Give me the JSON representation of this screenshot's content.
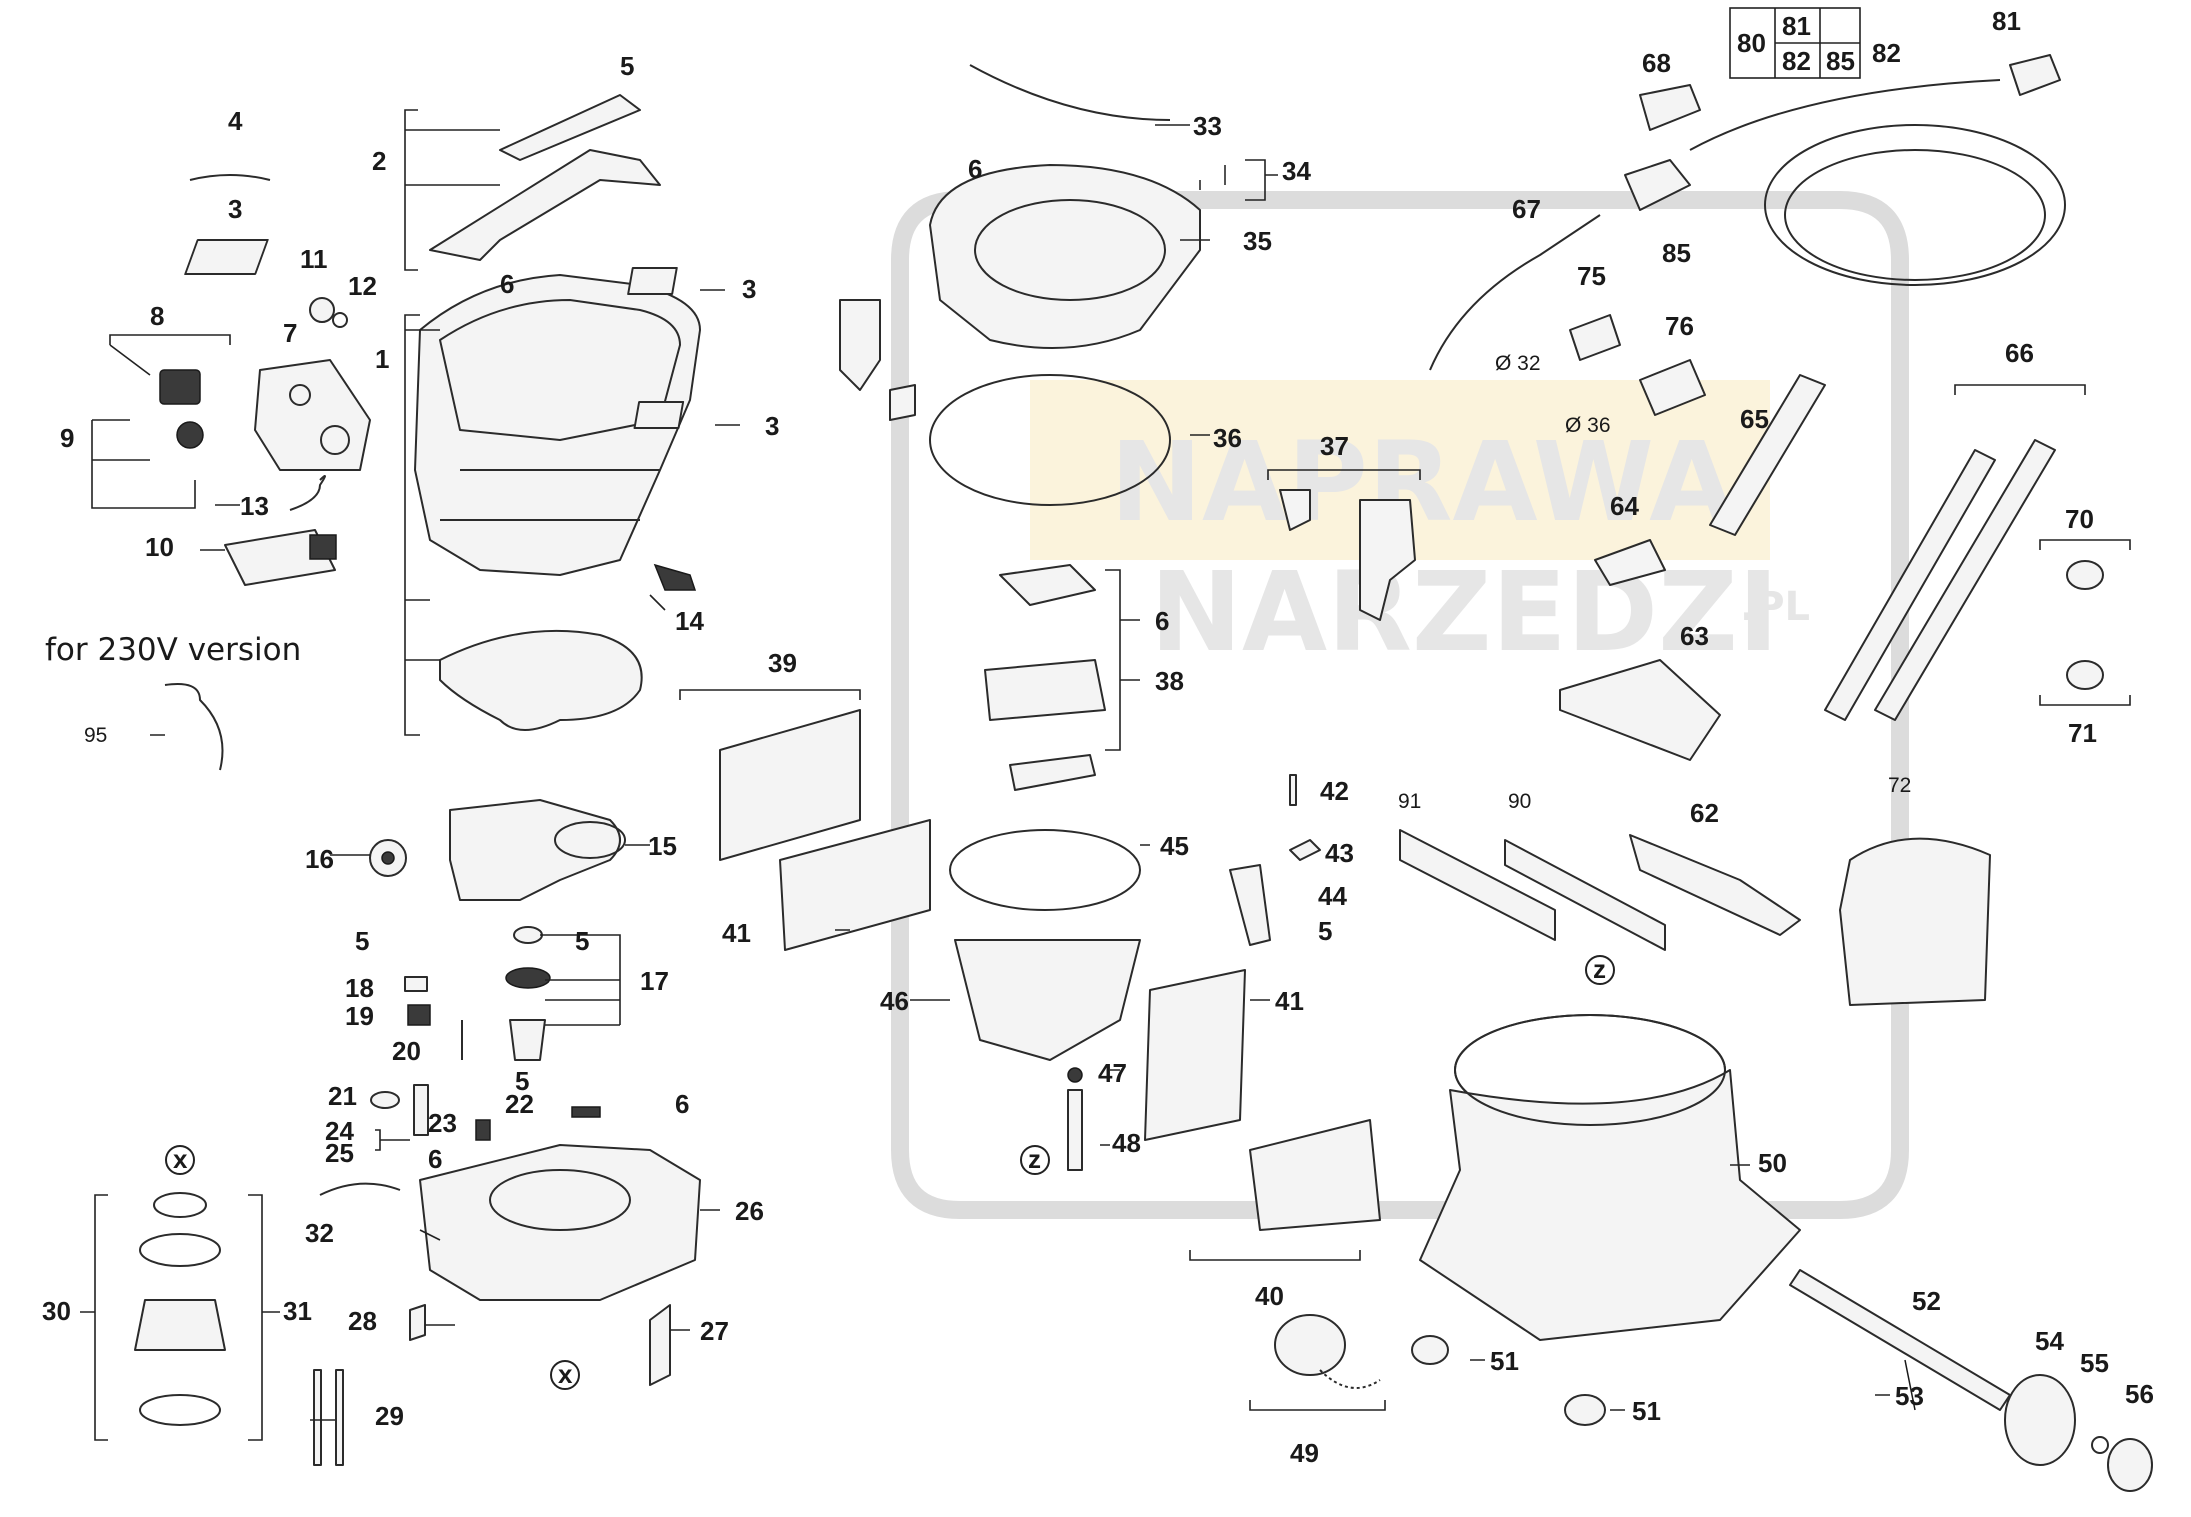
{
  "watermark": {
    "line1": "NAPRAWA",
    "line2": "NARZEDZI",
    "suffix": ".PL"
  },
  "note": "for 230V version",
  "labels": {
    "p1": "1",
    "p2": "2",
    "p3a": "3",
    "p3b": "3",
    "p3c": "3",
    "p4": "4",
    "p5a": "5",
    "p5b": "5",
    "p5c": "5",
    "p5d": "5",
    "p5e": "5",
    "p6a": "6",
    "p6b": "6",
    "p6c": "6",
    "p6d": "6",
    "p6e": "6",
    "p7": "7",
    "p8": "8",
    "p9": "9",
    "p10": "10",
    "p11": "11",
    "p12": "12",
    "p13": "13",
    "p14": "14",
    "p15": "15",
    "p16": "16",
    "p17": "17",
    "p18": "18",
    "p19": "19",
    "p20": "20",
    "p21": "21",
    "p22": "22",
    "p23": "23",
    "p24": "24",
    "p25": "25",
    "p26": "26",
    "p27": "27",
    "p28": "28",
    "p29": "29",
    "p30": "30",
    "p31": "31",
    "p32": "32",
    "p33": "33",
    "p34": "34",
    "p35": "35",
    "p36": "36",
    "p37": "37",
    "p38": "38",
    "p39": "39",
    "p40": "40",
    "p41a": "41",
    "p41b": "41",
    "p42": "42",
    "p43": "43",
    "p44": "44",
    "p45": "45",
    "p46": "46",
    "p47": "47",
    "p48": "48",
    "p49": "49",
    "p50": "50",
    "p51a": "51",
    "p51b": "51",
    "p52": "52",
    "p53": "53",
    "p54": "54",
    "p55": "55",
    "p56": "56",
    "p62": "62",
    "p63": "63",
    "p64": "64",
    "p65": "65",
    "p66": "66",
    "p67": "67",
    "p68": "68",
    "p70": "70",
    "p71": "71",
    "p72": "72",
    "p75": "75",
    "p76": "76",
    "p80": "80",
    "p81a": "81",
    "p81b": "81",
    "p82a": "82",
    "p82b": "82",
    "p85a": "85",
    "p85b": "85",
    "p90": "90",
    "p91": "91",
    "p95": "95",
    "d32": "Ø 32",
    "d36": "Ø 36",
    "zTop": "z",
    "zBottom": "z",
    "xTop": "x",
    "xBottom": "x"
  }
}
